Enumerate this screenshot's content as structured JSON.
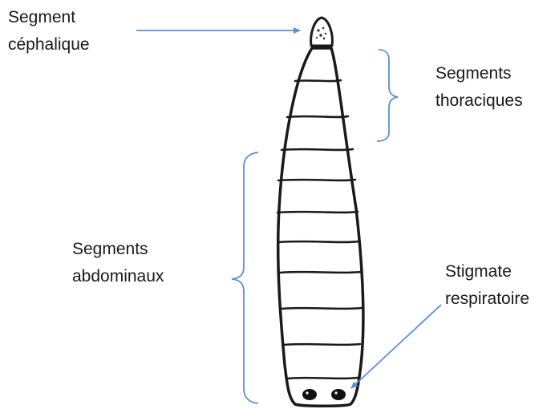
{
  "diagram": {
    "labels": {
      "cephalic": {
        "line1": "Segment",
        "line2": "céphalique"
      },
      "thoracic": {
        "line1": "Segments",
        "line2": "thoraciques"
      },
      "abdominal": {
        "line1": "Segments",
        "line2": "abdominaux"
      },
      "stigma": {
        "line1": "Stigmate",
        "line2": "respiratoire"
      }
    },
    "colors": {
      "annotation": "#5b8fd4",
      "outline": "#1a1a1a",
      "text": "#1a1a1a"
    }
  }
}
